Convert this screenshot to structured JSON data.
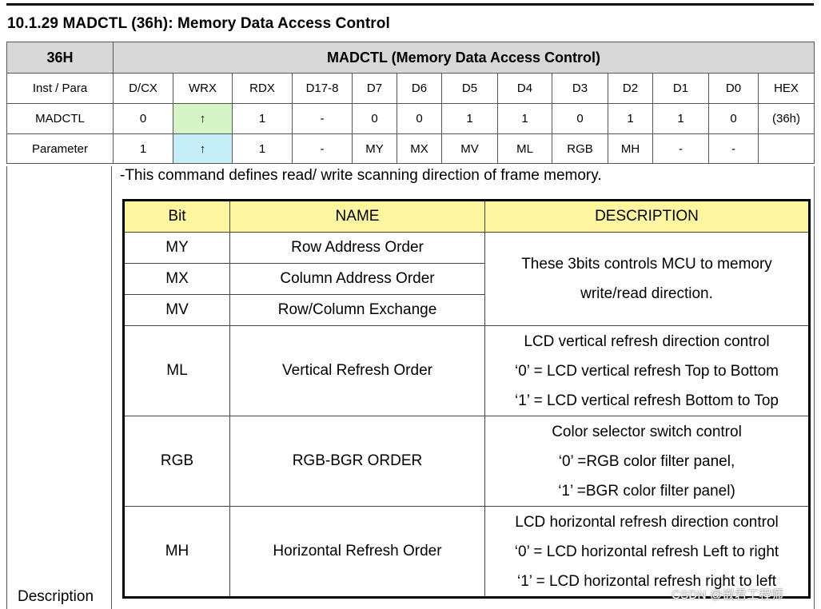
{
  "section_heading": "10.1.29 MADCTL (36h): Memory Data Access Control",
  "register_table": {
    "code": "36H",
    "title": "MADCTL (Memory Data Access Control)",
    "columns": [
      "Inst / Para",
      "D/CX",
      "WRX",
      "RDX",
      "D17-8",
      "D7",
      "D6",
      "D5",
      "D4",
      "D3",
      "D2",
      "D1",
      "D0",
      "HEX"
    ],
    "rows": [
      [
        "MADCTL",
        "0",
        "↑",
        "1",
        "-",
        "0",
        "0",
        "1",
        "1",
        "0",
        "1",
        "1",
        "0",
        "(36h)"
      ],
      [
        "Parameter",
        "1",
        "↑",
        "1",
        "-",
        "MY",
        "MX",
        "MV",
        "ML",
        "RGB",
        "MH",
        "-",
        "-",
        ""
      ]
    ],
    "highlight_colors": {
      "madctl_wrx": "#d6f5c6",
      "parameter_wrx": "#c6eef9",
      "header": "#d8d8d8"
    }
  },
  "description": {
    "label": "Description",
    "intro": "-This command defines read/ write scanning direction of frame memory.",
    "table": {
      "headers": [
        "Bit",
        "NAME",
        "DESCRIPTION"
      ],
      "header_color": "#fff5a0",
      "group1": {
        "rows": [
          {
            "bit": "MY",
            "name": "Row Address Order"
          },
          {
            "bit": "MX",
            "name": "Column Address Order"
          },
          {
            "bit": "MV",
            "name": "Row/Column Exchange"
          }
        ],
        "description_lines": [
          "These 3bits controls MCU to memory",
          "write/read direction."
        ]
      },
      "ml": {
        "bit": "ML",
        "name": "Vertical Refresh Order",
        "lines": [
          "LCD vertical refresh direction control",
          "‘0’ = LCD vertical refresh Top to Bottom",
          "‘1’ = LCD vertical refresh Bottom to Top"
        ]
      },
      "rgb": {
        "bit": "RGB",
        "name": "RGB-BGR ORDER",
        "lines": [
          "Color selector switch control",
          "‘0’ =RGB color filter panel,",
          "‘1’ =BGR color filter panel)"
        ]
      },
      "mh": {
        "bit": "MH",
        "name": "Horizontal Refresh Order",
        "lines": [
          "LCD horizontal refresh direction control",
          "‘0’ = LCD horizontal refresh Left to right",
          "‘1’ = LCD horizontal refresh right to left"
        ]
      }
    }
  },
  "watermark": "CSDN @嵌君工程师"
}
